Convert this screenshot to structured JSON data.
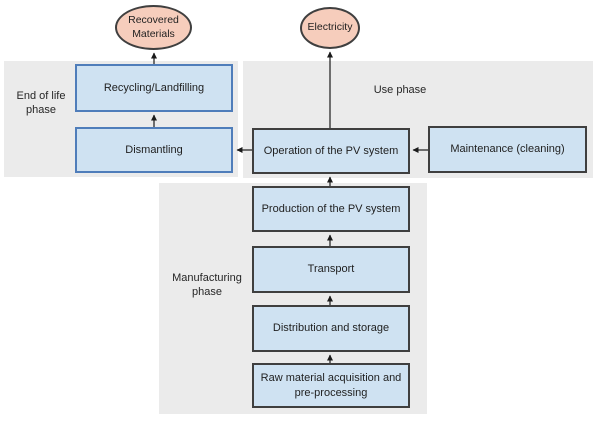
{
  "diagram": {
    "terminals": {
      "recovered_materials": "Recovered Materials",
      "electricity": "Electricity"
    },
    "phases": {
      "end_of_life": "End of life phase",
      "use": "Use phase",
      "manufacturing": "Manufacturing phase"
    },
    "boxes": {
      "recycling": "Recycling/Landfilling",
      "dismantling": "Dismantling",
      "operation": "Operation of the PV system",
      "maintenance": "Maintenance (cleaning)",
      "production": "Production of the PV system",
      "transport": "Transport",
      "distribution": "Distribution and storage",
      "raw_material": "Raw material acquisition and pre-processing"
    },
    "flows": [
      {
        "from": "recycling",
        "to": "recovered_materials"
      },
      {
        "from": "dismantling",
        "to": "recycling"
      },
      {
        "from": "operation",
        "to": "dismantling"
      },
      {
        "from": "operation",
        "to": "electricity"
      },
      {
        "from": "maintenance",
        "to": "operation"
      },
      {
        "from": "production",
        "to": "operation"
      },
      {
        "from": "transport",
        "to": "production"
      },
      {
        "from": "distribution",
        "to": "transport"
      },
      {
        "from": "raw_material",
        "to": "distribution"
      }
    ],
    "colors": {
      "phase_bg": "#ebebeb",
      "box_fill": "#cfe2f2",
      "box_border_blue": "#4f7dba",
      "box_border_dark": "#3f3f3f",
      "terminal_fill": "#f6cdbc",
      "terminal_border": "#3f3f3f",
      "arrow": "#1a1a1a"
    }
  }
}
